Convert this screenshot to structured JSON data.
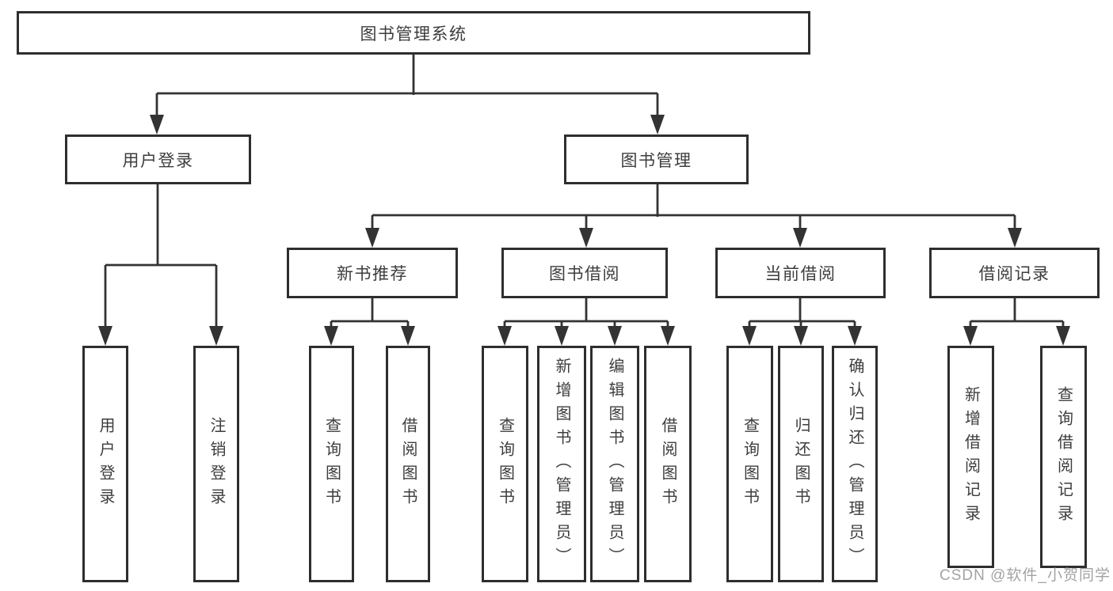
{
  "diagram": {
    "type": "hierarchy-tree",
    "root": {
      "label": "图书管理系统"
    },
    "branches": [
      {
        "label": "用户登录",
        "children": [
          {
            "label": "用户登录"
          },
          {
            "label": "注销登录"
          }
        ]
      },
      {
        "label": "图书管理",
        "children": [
          {
            "label": "新书推荐",
            "children": [
              {
                "label": "查询图书"
              },
              {
                "label": "借阅图书"
              }
            ]
          },
          {
            "label": "图书借阅",
            "children": [
              {
                "label": "查询图书"
              },
              {
                "label": "新增图书（管理员）"
              },
              {
                "label": "编辑图书（管理员）"
              },
              {
                "label": "借阅图书"
              }
            ]
          },
          {
            "label": "当前借阅",
            "children": [
              {
                "label": "查询图书"
              },
              {
                "label": "归还图书"
              },
              {
                "label": "确认归还（管理员）"
              }
            ]
          },
          {
            "label": "借阅记录",
            "children": [
              {
                "label": "新增借阅记录"
              },
              {
                "label": "查询借阅记录"
              }
            ]
          }
        ]
      }
    ],
    "watermark": "CSDN @软件_小贺同学",
    "colors": {
      "line": "#333333",
      "box_border": "#2e2e2e",
      "text": "#3d3d3d",
      "background": "#ffffff",
      "watermark": "#a3a3a3"
    }
  }
}
